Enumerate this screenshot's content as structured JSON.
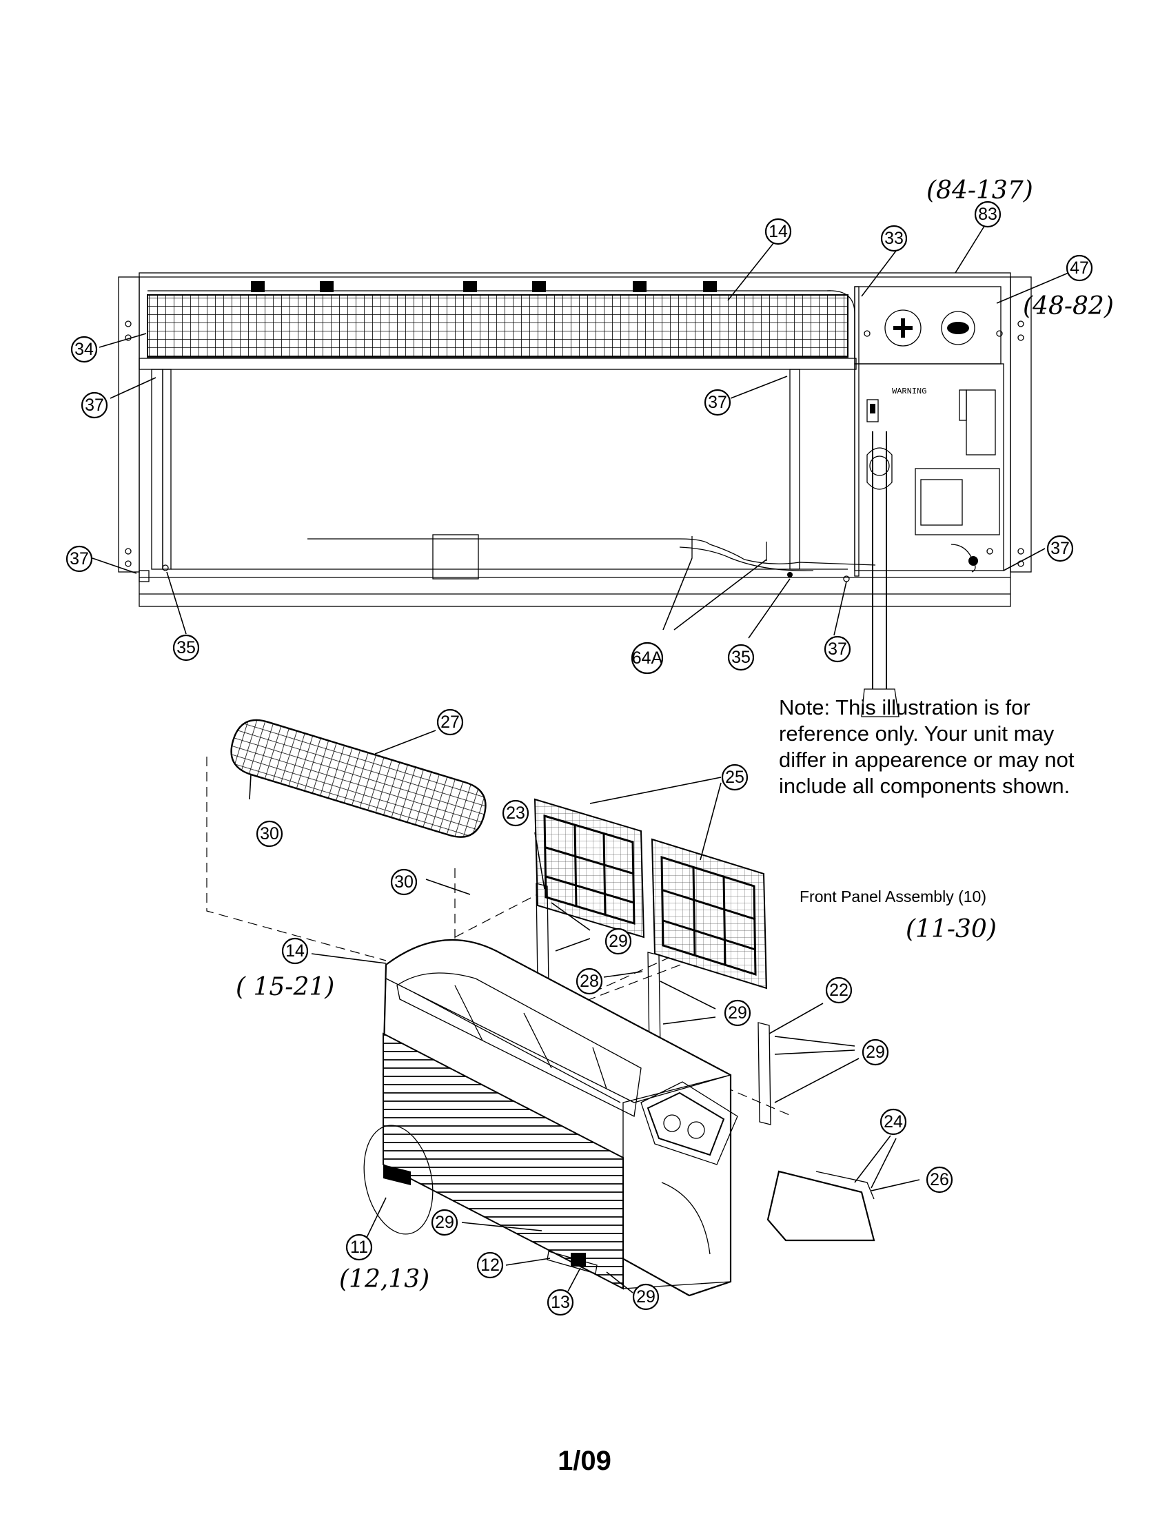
{
  "diagram": {
    "warning_label": "WARNING",
    "callouts": {
      "c83": "83",
      "c14_top": "14",
      "c33": "33",
      "c47": "47",
      "c34": "34",
      "c37_a": "37",
      "c37_b": "37",
      "c37_c": "37",
      "c37_d": "37",
      "c37_e": "37",
      "c35_a": "35",
      "c35_b": "35",
      "c64a": "64A",
      "c27": "27",
      "c30_a": "30",
      "c30_b": "30",
      "c23": "23",
      "c25": "25",
      "c29_a": "29",
      "c28": "28",
      "c29_b": "29",
      "c22": "22",
      "c29_c": "29",
      "c14_bottom": "14",
      "c24": "24",
      "c26": "26",
      "c11": "11",
      "c29_d": "29",
      "c12": "12",
      "c13": "13",
      "c29_e": "29"
    },
    "handwritten": {
      "range_83": "(84-137)",
      "range_47": "(48-82)",
      "range_14": "( 15-21)",
      "range_10": "(11-30)",
      "range_11": "(12,13)"
    },
    "note": "Note: This illustration is for reference only. Your unit may differ in appearence or may not include all components shown.",
    "assembly_label": "Front Panel Assembly (10)"
  },
  "footer": {
    "page_number": "1/09"
  }
}
